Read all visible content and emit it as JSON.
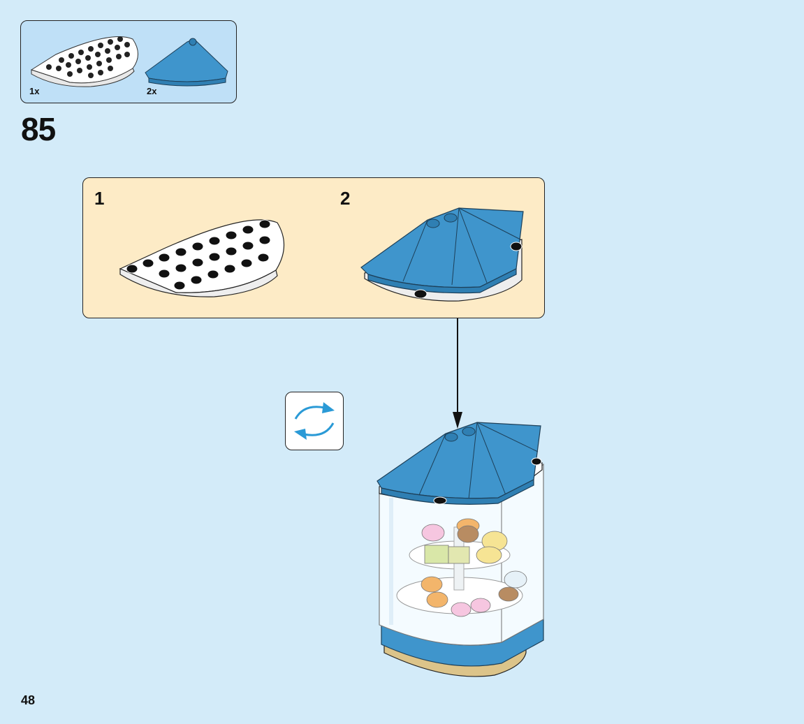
{
  "parts_list": {
    "items": [
      {
        "qty": "1x",
        "part": "white-half-round-plate"
      },
      {
        "qty": "2x",
        "part": "blue-roof-slope"
      }
    ]
  },
  "step": {
    "number": "85",
    "substeps": [
      {
        "number": "1"
      },
      {
        "number": "2"
      }
    ]
  },
  "rotate_icon": "rotate-model-icon",
  "page": {
    "number": "48"
  },
  "colors": {
    "background": "#d3ebf9",
    "parts_box": "#bfe0f7",
    "substep_box": "#fdebc6",
    "brick_blue": "#3f95cc",
    "brick_white": "#ffffff",
    "tan": "#dcc48a"
  }
}
